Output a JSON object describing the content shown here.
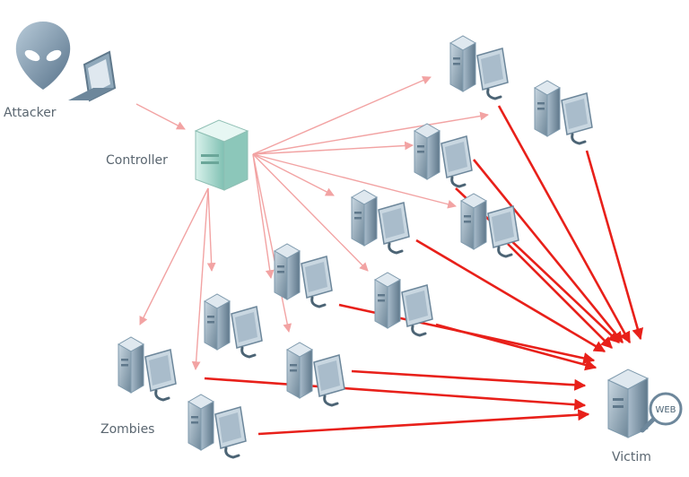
{
  "labels": {
    "attacker": "Attacker",
    "controller": "Controller",
    "zombies": "Zombies",
    "victim": "Victim",
    "victim_screen": "WEB"
  },
  "colors": {
    "control_arrow": "#f2a3a3",
    "attack_arrow": "#e8201a",
    "zombie_body": "#7f9aad",
    "controller_body": "#9fd3c8",
    "label": "#5a6670"
  },
  "icons": {
    "attacker": "alien-laptop-icon",
    "controller": "server-tower-icon",
    "zombie": "computer-tower-monitor-icon",
    "victim": "web-server-icon"
  }
}
